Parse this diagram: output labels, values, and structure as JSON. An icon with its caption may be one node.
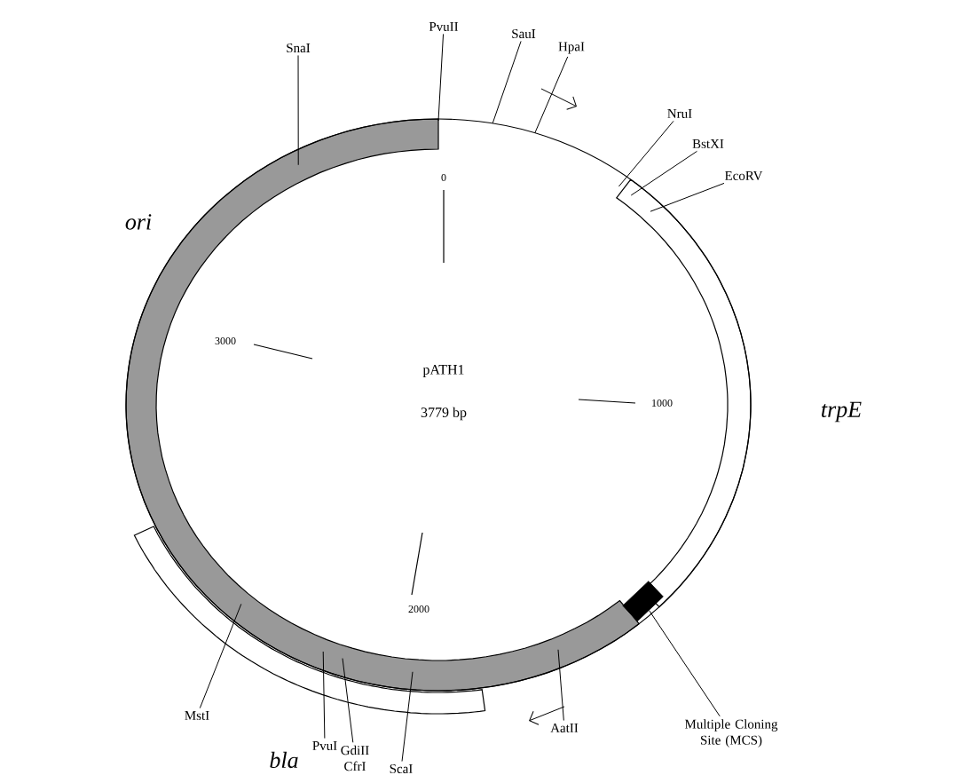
{
  "diagram": {
    "nodes": [
      {
        "text": [
          "SnaI"
        ]
      },
      {
        "text": [
          "PvuII"
        ]
      },
      {
        "text": [
          "SauI"
        ]
      },
      {
        "text": [
          "HpaI"
        ]
      },
      {
        "text": [
          "NruI"
        ]
      },
      {
        "text": [
          "BstXI"
        ]
      },
      {
        "text": [
          "EcoRV"
        ]
      },
      {
        "text": [],
        "shape": "box"
      },
      {
        "text": [
          "Multiple Cloning Site (MCS)"
        ]
      },
      {
        "text": [
          "AatII"
        ]
      },
      {
        "text": [
          "MstI"
        ]
      },
      {
        "text": [
          "PvuI"
        ]
      },
      {
        "text": [
          "GdiII",
          "CfrI"
        ]
      },
      {
        "text": [
          "ScaI"
        ]
      },
      {
        "text": [],
        "shape": "bar",
        "beside": [
          "ori"
        ]
      },
      {
        "text": [],
        "shape": "bar",
        "beside": [
          "trpE"
        ]
      },
      {
        "text": [],
        "shape": "bar"
      }
    ],
    "edges": [
      {
        "from": 0,
        "to": 14,
        "arrow": "none"
      },
      {
        "from": 1,
        "to": 14,
        "arrow": "none"
      },
      {
        "from": 2,
        "to": null,
        "arrow": "none"
      },
      {
        "from": 3,
        "to": null,
        "arrow": "none"
      },
      {
        "from": 4,
        "to": 15,
        "arrow": "none"
      },
      {
        "from": 5,
        "to": 15,
        "arrow": "none"
      },
      {
        "from": 6,
        "to": 15,
        "arrow": "none"
      },
      {
        "from": 8,
        "to": 7,
        "arrow": "none"
      },
      {
        "from": 9,
        "to": 14,
        "arrow": "none"
      },
      {
        "from": 10,
        "to": 14,
        "arrow": "none"
      },
      {
        "from": 11,
        "to": 14,
        "arrow": "none"
      },
      {
        "from": 12,
        "to": 14,
        "arrow": "none"
      },
      {
        "from": 13,
        "to": 14,
        "arrow": "none"
      }
    ],
    "labels": [
      "0",
      "3000",
      "pATH1",
      "3779 bp",
      "1000",
      "2000",
      "bla"
    ]
  }
}
